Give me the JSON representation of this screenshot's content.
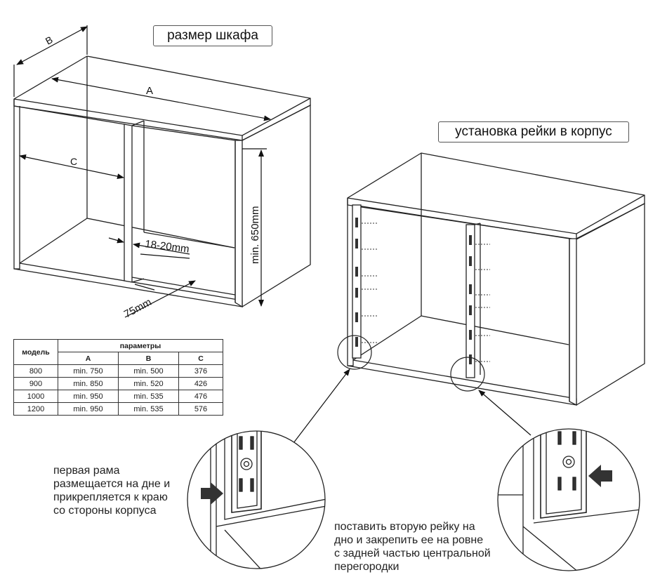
{
  "headings": {
    "cabinet_size": "размер шкафа",
    "rail_install": "установка рейки в корпус"
  },
  "dimensions": {
    "b": "B",
    "a": "A",
    "c": "C",
    "gap": "18-20mm",
    "height": "min. 650mm",
    "depth": "75mm"
  },
  "table": {
    "model_header": "модель",
    "params_header": "параметры",
    "col_a": "A",
    "col_b": "B",
    "col_c": "C",
    "rows": [
      {
        "model": "800",
        "a": "min. 750",
        "b": "min. 500",
        "c": "376"
      },
      {
        "model": "900",
        "a": "min. 850",
        "b": "min. 520",
        "c": "426"
      },
      {
        "model": "1000",
        "a": "min. 950",
        "b": "min. 535",
        "c": "476"
      },
      {
        "model": "1200",
        "a": "min. 950",
        "b": "min. 535",
        "c": "576"
      }
    ]
  },
  "notes": {
    "first_frame": [
      "первая рама",
      "размещается на дне и",
      "прикрепляется к краю",
      "со стороны корпуса"
    ],
    "second_rail": [
      "поставить вторую рейку на",
      "дно и закрепить ее на ровне",
      "с задней частью центральной",
      "перегородки"
    ]
  }
}
